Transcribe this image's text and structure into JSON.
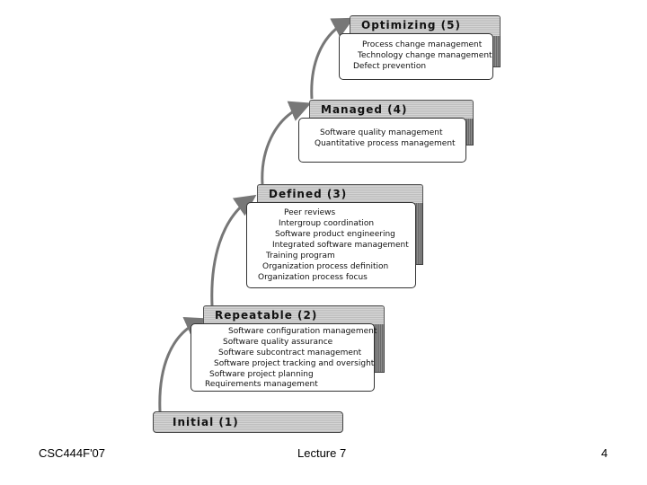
{
  "levels": {
    "optimizing": {
      "title": "Optimizing (5)",
      "items": [
        "Process change management",
        "Technology change management",
        "Defect prevention"
      ]
    },
    "managed": {
      "title": "Managed (4)",
      "items": [
        "Software quality management",
        "Quantitative process management"
      ]
    },
    "defined": {
      "title": "Defined (3)",
      "items": [
        "Peer reviews",
        "Intergroup coordination",
        "Software product engineering",
        "Integrated software management",
        "Training program",
        "Organization process definition",
        "Organization process focus"
      ]
    },
    "repeatable": {
      "title": "Repeatable (2)",
      "items": [
        "Software configuration management",
        "Software quality assurance",
        "Software subcontract management",
        "Software project tracking and oversight",
        "Software project planning",
        "Requirements management"
      ]
    },
    "initial": {
      "title": "Initial (1)"
    }
  },
  "footer": {
    "left": "CSC444F'07",
    "center": "Lecture 7",
    "right": "4"
  }
}
